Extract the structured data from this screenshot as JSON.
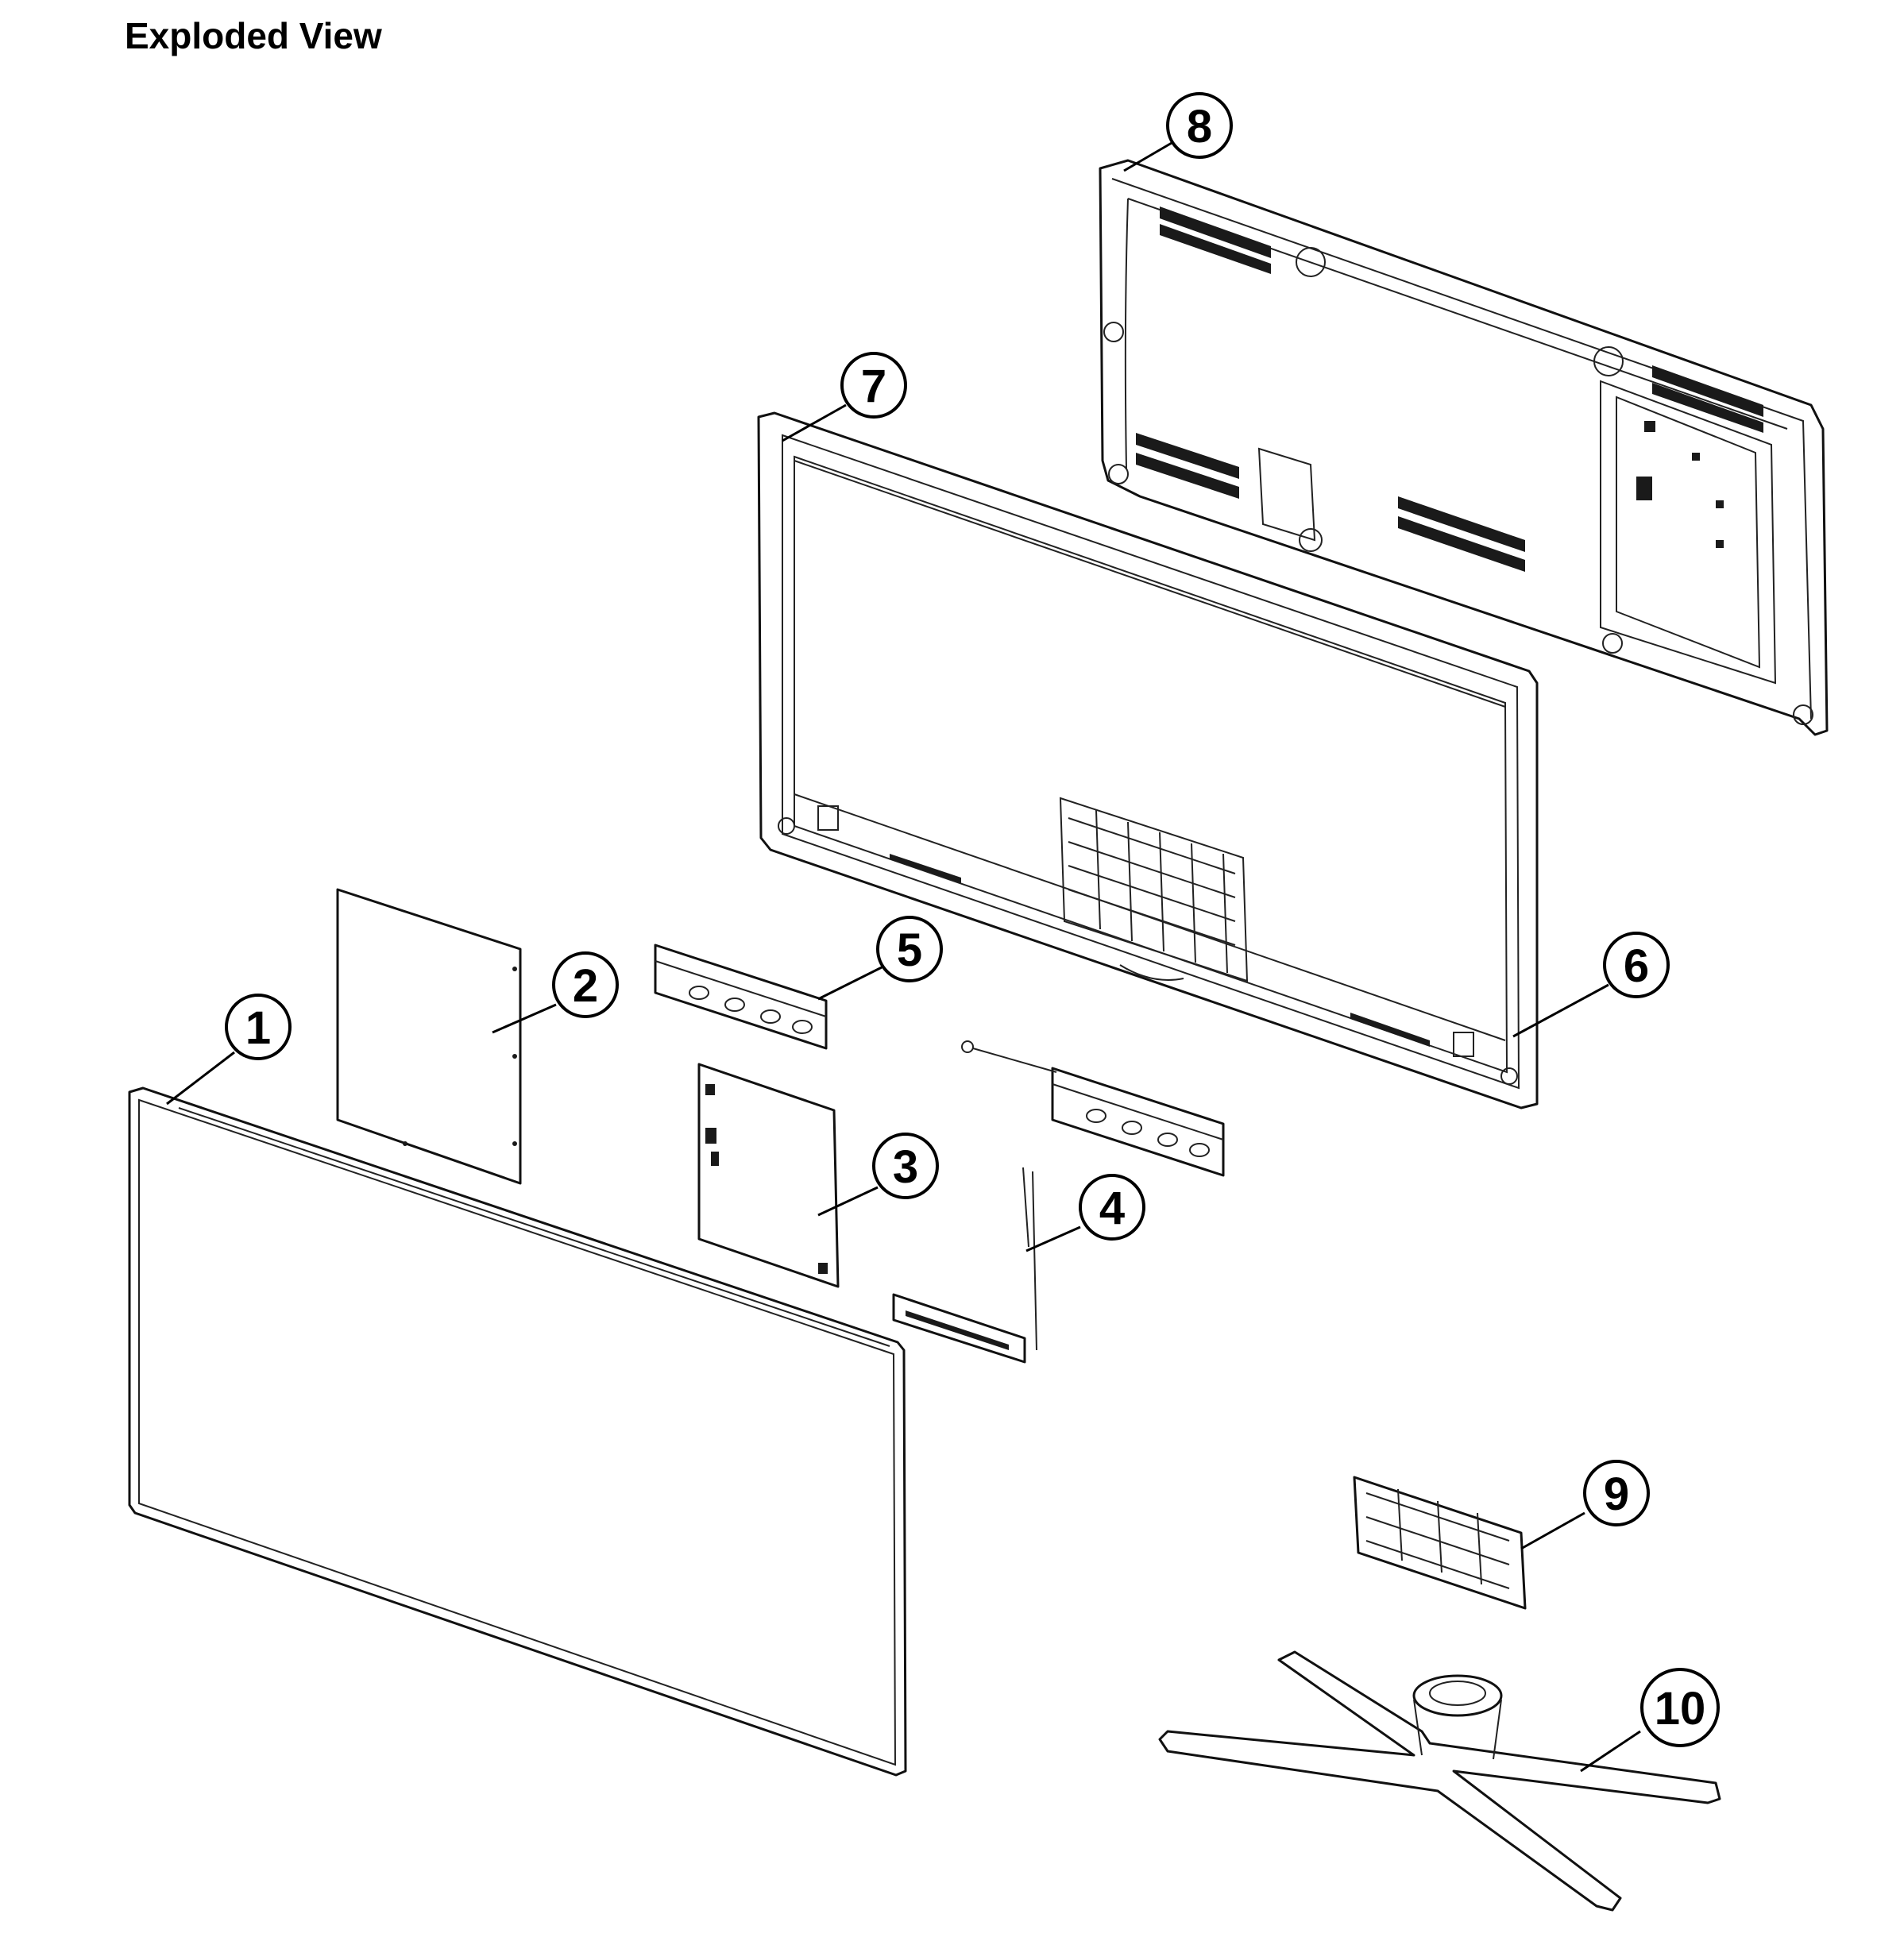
{
  "title": "Exploded View",
  "parts": [
    {
      "id": "part-1",
      "label": "1"
    },
    {
      "id": "part-2",
      "label": "2"
    },
    {
      "id": "part-3",
      "label": "3"
    },
    {
      "id": "part-4",
      "label": "4"
    },
    {
      "id": "part-5",
      "label": "5"
    },
    {
      "id": "part-6",
      "label": "6"
    },
    {
      "id": "part-7",
      "label": "7"
    },
    {
      "id": "part-8",
      "label": "8"
    },
    {
      "id": "part-9",
      "label": "9"
    },
    {
      "id": "part-10",
      "label": "10"
    }
  ]
}
